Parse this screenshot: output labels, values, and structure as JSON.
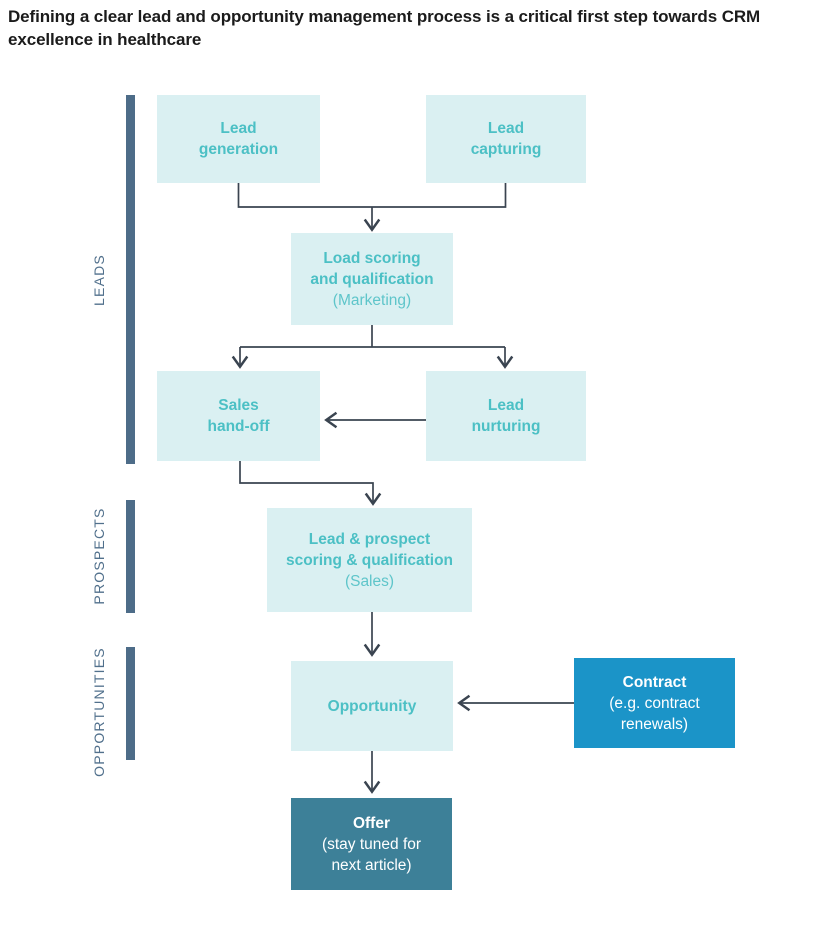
{
  "title": "Defining a clear lead and opportunity management process is a critical first step towards CRM excellence in healthcare",
  "sections": [
    {
      "label": "LEADS"
    },
    {
      "label": "PROSPECTS"
    },
    {
      "label": "OPPORTUNITIES"
    }
  ],
  "nodes": {
    "lead_generation": {
      "lines": [
        "Lead",
        "generation"
      ]
    },
    "lead_capturing": {
      "lines": [
        "Lead",
        "capturing"
      ]
    },
    "load_scoring": {
      "lines": [
        "Load scoring",
        "and qualification"
      ],
      "sub": "(Marketing)"
    },
    "sales_handoff": {
      "lines": [
        "Sales",
        "hand-off"
      ]
    },
    "lead_nurturing": {
      "lines": [
        "Lead",
        "nurturing"
      ]
    },
    "lead_prospect_scoring": {
      "lines": [
        "Lead & prospect",
        "scoring & qualification"
      ],
      "sub": "(Sales)"
    },
    "opportunity": {
      "lines": [
        "Opportunity"
      ]
    },
    "contract": {
      "lines": [
        "Contract"
      ],
      "sub_lines": [
        "(e.g. contract",
        "renewals)"
      ]
    },
    "offer": {
      "lines": [
        "Offer"
      ],
      "sub_lines": [
        "(stay tuned for",
        "next article)"
      ]
    }
  },
  "colors": {
    "light_box_bg": "#daf0f2",
    "teal_text": "#4cc0c5",
    "teal_sub_text": "#5ec5ca",
    "contract_bg": "#1b94c8",
    "offer_bg": "#3d8098",
    "section_bar": "#4d6c88",
    "section_label": "#51708c",
    "connector": "#3a4450",
    "title_text": "#1b1b1b",
    "white_text": "#ffffff"
  }
}
